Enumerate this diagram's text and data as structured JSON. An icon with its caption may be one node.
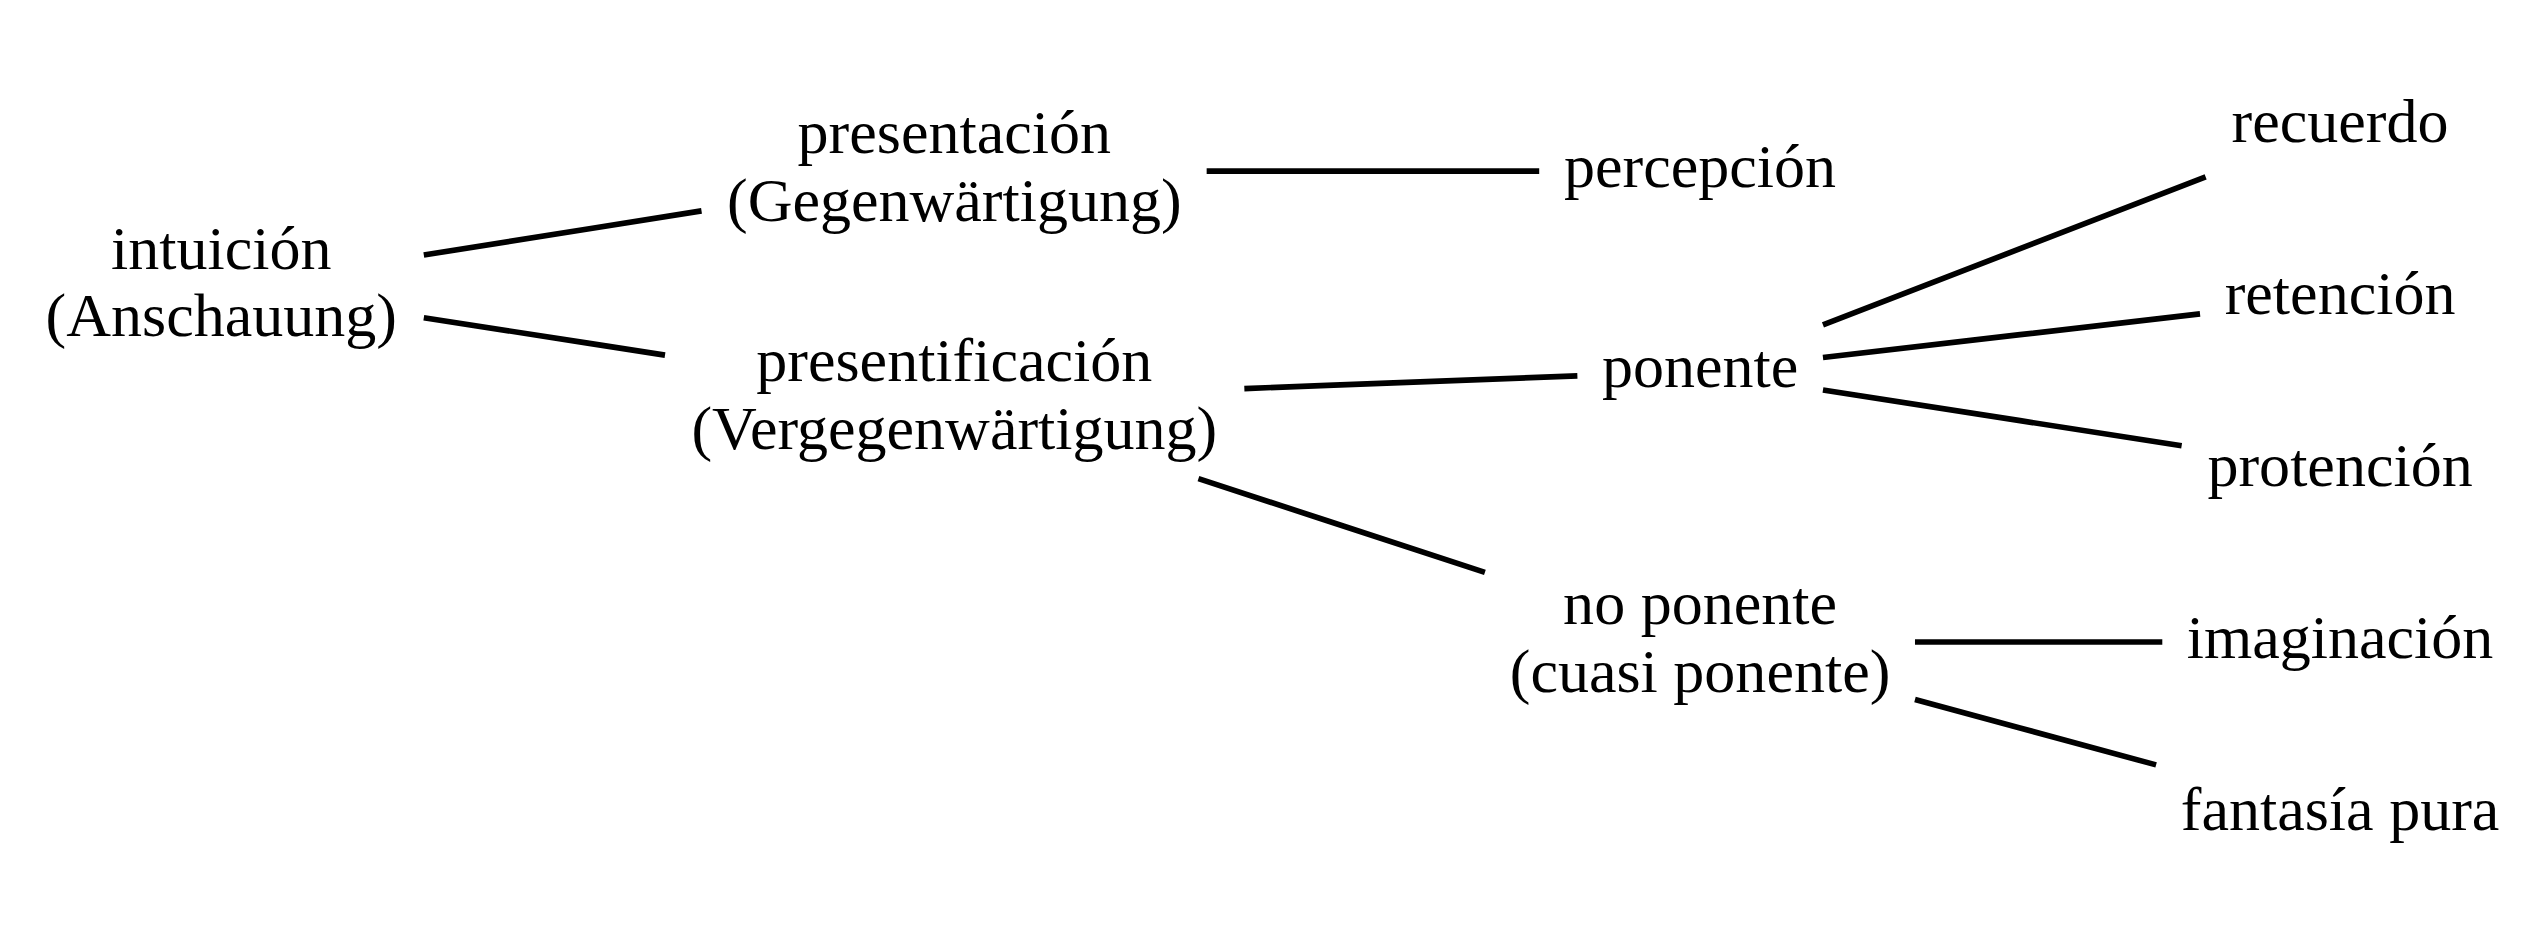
{
  "diagram": {
    "nodes": [
      {
        "text": [
          "intuición",
          "(Anschauung)"
        ]
      },
      {
        "text": [
          "presentación",
          "(Gegenwärtigung)"
        ]
      },
      {
        "text": [
          "percepción"
        ]
      },
      {
        "text": [
          "presentificación",
          "(Vergegenwärtigung)"
        ]
      },
      {
        "text": [
          "ponente"
        ]
      },
      {
        "text": [
          "recuerdo"
        ]
      },
      {
        "text": [
          "retención"
        ]
      },
      {
        "text": [
          "protención"
        ]
      },
      {
        "text": [
          "no ponente",
          "(cuasi ponente)"
        ]
      },
      {
        "text": [
          "imaginación"
        ]
      },
      {
        "text": [
          "fantasía pura"
        ]
      }
    ],
    "edges": [
      {
        "from": 0,
        "to": 1,
        "arrow": "none"
      },
      {
        "from": 0,
        "to": 3,
        "arrow": "none"
      },
      {
        "from": 1,
        "to": 2,
        "arrow": "none"
      },
      {
        "from": 3,
        "to": 4,
        "arrow": "none"
      },
      {
        "from": 3,
        "to": 8,
        "arrow": "none"
      },
      {
        "from": 4,
        "to": 5,
        "arrow": "none"
      },
      {
        "from": 4,
        "to": 6,
        "arrow": "none"
      },
      {
        "from": 4,
        "to": 7,
        "arrow": "none"
      },
      {
        "from": 8,
        "to": 9,
        "arrow": "none"
      },
      {
        "from": 8,
        "to": 10,
        "arrow": "none"
      }
    ]
  }
}
